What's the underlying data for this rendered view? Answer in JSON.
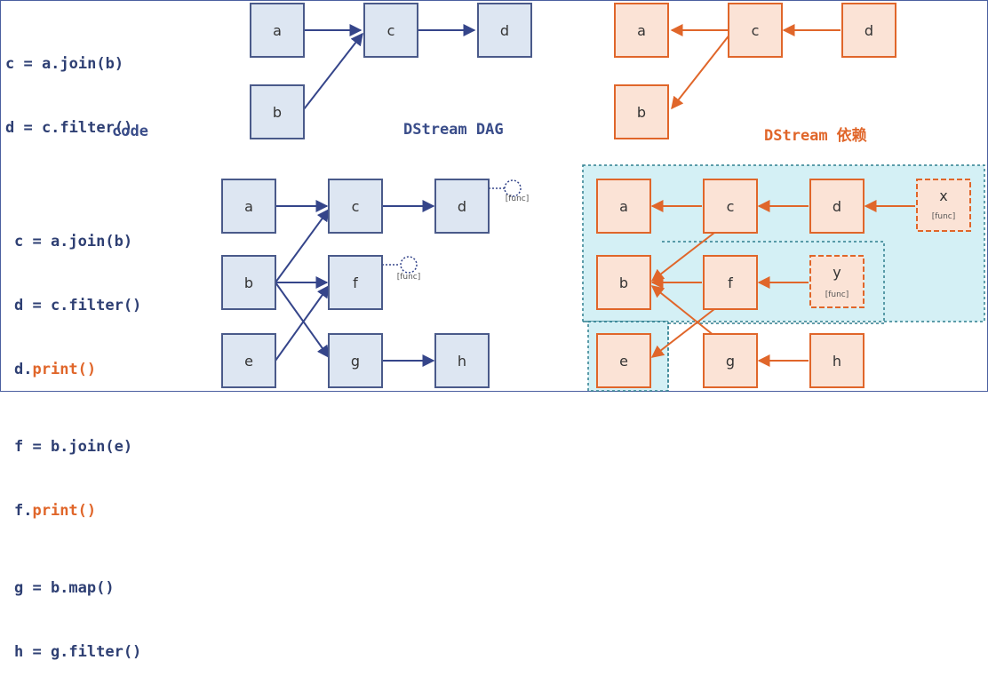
{
  "top_code": [
    "c = a.join(b)",
    "d = c.filter()"
  ],
  "bottom_code": [
    {
      "pre": "c = a.join(b)",
      "call": ""
    },
    {
      "pre": "d = c.filter()",
      "call": ""
    },
    {
      "pre": "d.",
      "call": "print()"
    },
    {
      "pre": "f = b.join(e)",
      "call": ""
    },
    {
      "pre": "f.",
      "call": "print()"
    },
    {
      "pre": "g = b.map()",
      "call": ""
    },
    {
      "pre": "h = g.filter()",
      "call": ""
    }
  ],
  "captions": {
    "code": "code",
    "dag": "DStream DAG",
    "dep_prefix": "DStream",
    "dep_suffix": "依赖"
  },
  "nodes": {
    "a": "a",
    "b": "b",
    "c": "c",
    "d": "d",
    "e": "e",
    "f": "f",
    "g": "g",
    "h": "h",
    "x": "x",
    "y": "y"
  },
  "func_label": "[func]",
  "colors": {
    "code_text": "#2e3f73",
    "print_call": "#e0662a",
    "dag_node_fill": "#dde6f2",
    "dag_node_stroke": "#4a5a8a",
    "dag_edge": "#35458a",
    "dep_node_fill": "#fbe3d6",
    "dep_node_stroke": "#e0662a",
    "dep_edge": "#e0662a",
    "group_fill": "#d4f0f5",
    "group_stroke": "#2e7f8f"
  }
}
